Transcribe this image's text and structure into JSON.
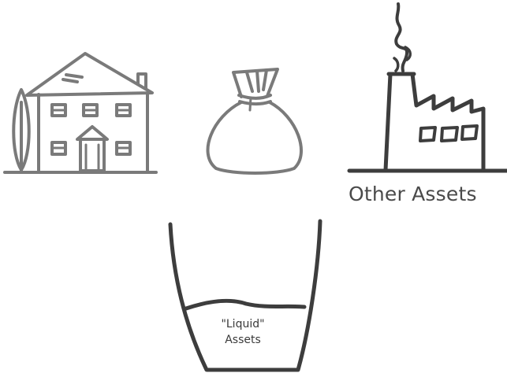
{
  "labels": {
    "other_assets": "Other Assets",
    "liquid_line1": "\"Liquid\"",
    "liquid_line2": "Assets"
  },
  "icons": [
    "house-icon",
    "money-bag-icon",
    "factory-icon",
    "glass-icon"
  ],
  "colors": {
    "stroke_gray": "#7a7a7a",
    "stroke_dark": "#3d3d3d",
    "text": "#4a4a4a"
  }
}
